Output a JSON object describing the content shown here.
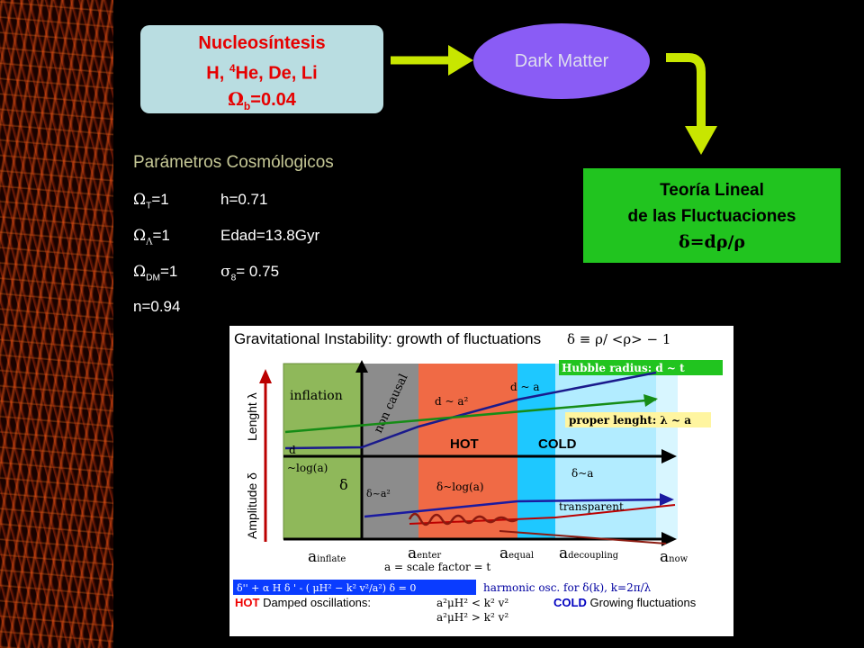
{
  "boxes": {
    "nucleo_line1": "Nucleosíntesis",
    "nucleo_line2_prefix": "H, ",
    "nucleo_line2_sup": "4",
    "nucleo_line2_suffix": "He, De, Li",
    "nucleo_line3_symbol": "Ω",
    "nucleo_line3_sub": "b",
    "nucleo_line3_value": "=0.04",
    "dark_matter": "Dark Matter",
    "teoria_line1": "Teoría Lineal",
    "teoria_line2": "de las Fluctuaciones",
    "teoria_line3": "δ=dρ/ρ"
  },
  "params": {
    "title": "Parámetros Cosmólogicos",
    "rows": [
      {
        "sym": "Ω",
        "sub": "T",
        "val": "=1",
        "right": "h=0.71",
        "right_sym": "",
        "right_sub": ""
      },
      {
        "sym": "Ω",
        "sub": "Λ",
        "val": "=1",
        "right": "Edad=13.8Gyr",
        "right_sym": "",
        "right_sub": ""
      },
      {
        "sym": "Ω",
        "sub": "DM",
        "val": "=1",
        "right": "= 0.75",
        "right_sym": "σ",
        "right_sub": "8"
      },
      {
        "sym": "",
        "sub": "",
        "val": "n=0.94",
        "right": "",
        "right_sym": "",
        "right_sub": ""
      }
    ]
  },
  "figure": {
    "title": "Gravitational Instability: growth of fluctuations",
    "title_eq": "δ ≡ ρ/ <ρ> − 1",
    "ylabel_top": "Lenght λ",
    "ylabel_bottom": "Amplitude δ",
    "region_inflation": "inflation",
    "region_noncausal": "non causal",
    "hot": "HOT",
    "cold": "COLD",
    "hubble": "Hubble radius: d",
    "hubble_tail": " ~ t",
    "proper": "proper lenght:  λ ~ a",
    "dh_a2": "d  ~ a²",
    "dh_a32": "d  ~ a",
    "dh_log": "d",
    "log_a": "~log(a)",
    "delta": "δ",
    "delta_a2": "δ~a²",
    "delta_log": "δ~log(a)",
    "delta_a": "δ~a",
    "transparent": "transparent",
    "a_inflate": "a",
    "a_inflate_sub": "inflate",
    "a_enter": "a",
    "a_enter_sub": "enter",
    "a_equal": "a",
    "a_equal_sub": "equal",
    "a_dec": "a",
    "a_dec_sub": "decoupling",
    "a_now": "a",
    "a_now_sub": "now",
    "scale_factor": "a = scale factor = t",
    "eq_box": "δ'' + α H  δ ' - ( μH² − k² v²/a²) δ = 0",
    "harmonic": "harmonic osc. for δ(k),   k=2π/λ",
    "hot_label": "HOT",
    "damped": " Damped oscillations:",
    "cond1": "a²μH² < k² v²",
    "cold_label": "COLD",
    "growing": " Growing fluctuations",
    "cond2": "a²μH² > k² v²"
  },
  "colors": {
    "nucleo_bg": "#b9dde1",
    "dm_bg": "#8a5cf5",
    "teoria_bg": "#21c41f",
    "arrow": "#c8e600"
  }
}
